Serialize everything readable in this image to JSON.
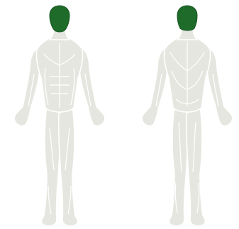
{
  "colors": {
    "body_fill": "#e6e6e0",
    "body_stroke": "#ffffff",
    "muscle_line": "#ffffff",
    "highlight": "#1f6b2a",
    "highlight_stroke": "#185622"
  },
  "figures": [
    {
      "view": "front",
      "highlighted_regions": [
        "head"
      ],
      "regions": [
        "head",
        "neck",
        "shoulders",
        "chest",
        "abdominals",
        "obliques",
        "biceps",
        "forearms",
        "hands",
        "quadriceps",
        "adductors",
        "calves",
        "feet"
      ]
    },
    {
      "view": "back",
      "highlighted_regions": [
        "head"
      ],
      "regions": [
        "head",
        "neck",
        "trapezius",
        "shoulders",
        "upper-back",
        "lower-back",
        "triceps",
        "forearms",
        "hands",
        "glutes",
        "hamstrings",
        "calves",
        "feet"
      ]
    }
  ]
}
